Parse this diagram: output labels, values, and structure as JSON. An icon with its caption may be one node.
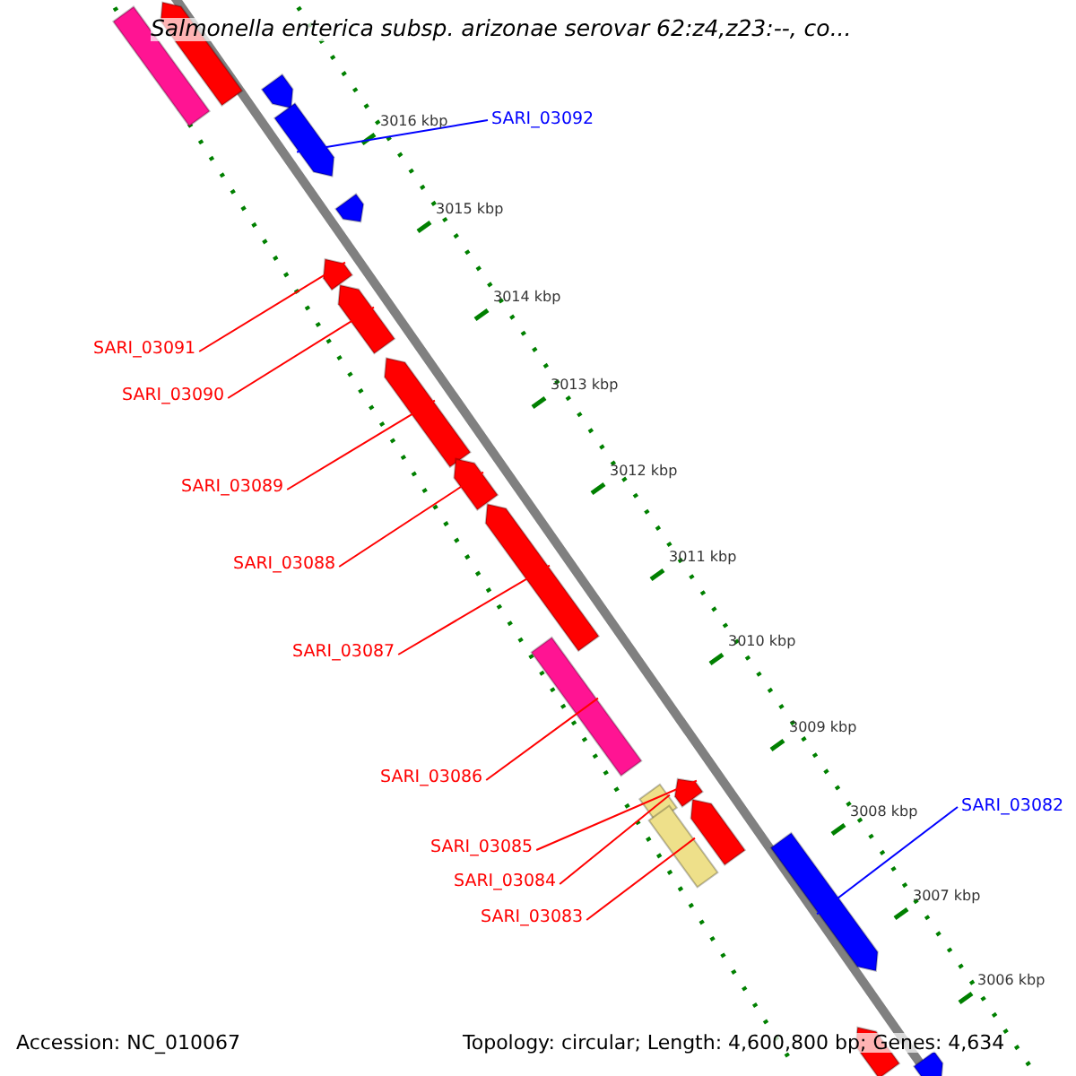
{
  "diagram": {
    "title": "Salmonella enterica subsp. arizonae serovar 62:z4,z23:--, co...",
    "nodes": [
      {
        "text": [
          "SARI_03092"
        ]
      },
      {
        "text": [
          "SARI_03091"
        ]
      },
      {
        "text": [
          "SARI_03090"
        ]
      },
      {
        "text": [
          "SARI_03089"
        ]
      },
      {
        "text": [
          "SARI_03088"
        ]
      },
      {
        "text": [
          "SARI_03087"
        ]
      },
      {
        "text": [
          "SARI_03086"
        ]
      },
      {
        "text": [
          "SARI_03085"
        ]
      },
      {
        "text": [
          "SARI_03084"
        ]
      },
      {
        "text": [
          "SARI_03083"
        ]
      },
      {
        "text": [
          "SARI_03082"
        ]
      },
      {
        "text": [],
        "shape": "arrow"
      },
      {
        "text": [],
        "shape": "bar"
      },
      {
        "text": [],
        "shape": "arrow"
      },
      {
        "text": [],
        "shape": "arrow"
      },
      {
        "text": [],
        "shape": "arrow"
      },
      {
        "text": [],
        "shape": "arrow"
      },
      {
        "text": [],
        "shape": "arrow"
      },
      {
        "text": [],
        "shape": "arrow"
      },
      {
        "text": [],
        "shape": "arrow"
      },
      {
        "text": [],
        "shape": "arrow"
      },
      {
        "text": [],
        "shape": "bar"
      },
      {
        "text": [],
        "shape": "arrow"
      },
      {
        "text": [],
        "shape": "bar"
      },
      {
        "text": [],
        "shape": "arrow"
      },
      {
        "text": [],
        "shape": "bar"
      },
      {
        "text": [],
        "shape": "arrow"
      },
      {
        "text": [],
        "shape": "arrow"
      },
      {
        "text": [],
        "shape": "arrow"
      }
    ],
    "edges": [
      {
        "from": 0,
        "to": 14,
        "arrow": "none",
        "color": "#0000ff"
      },
      {
        "from": 1,
        "to": 16,
        "arrow": "none"
      },
      {
        "from": 2,
        "to": 17,
        "arrow": "none"
      },
      {
        "from": 3,
        "to": 18,
        "arrow": "none"
      },
      {
        "from": 4,
        "to": 19,
        "arrow": "none"
      },
      {
        "from": 5,
        "to": 20,
        "arrow": "none"
      },
      {
        "from": 6,
        "to": 21,
        "arrow": "none"
      },
      {
        "from": 7,
        "to": 22,
        "arrow": "none"
      },
      {
        "from": 8,
        "to": 23,
        "arrow": "none"
      },
      {
        "from": 9,
        "to": 25,
        "arrow": "none"
      },
      {
        "from": 10,
        "to": 26,
        "arrow": "none",
        "color": "#0000ff"
      }
    ],
    "labels": [
      "3016 kbp",
      "3015 kbp",
      "3014 kbp",
      "3013 kbp",
      "3012 kbp",
      "3011 kbp",
      "3010 kbp",
      "3009 kbp",
      "3008 kbp",
      "3007 kbp",
      "3006 kbp",
      "Accession: NC_010067",
      "Topology: circular; Length: 4,600,800 bp; Genes: 4,634"
    ]
  }
}
